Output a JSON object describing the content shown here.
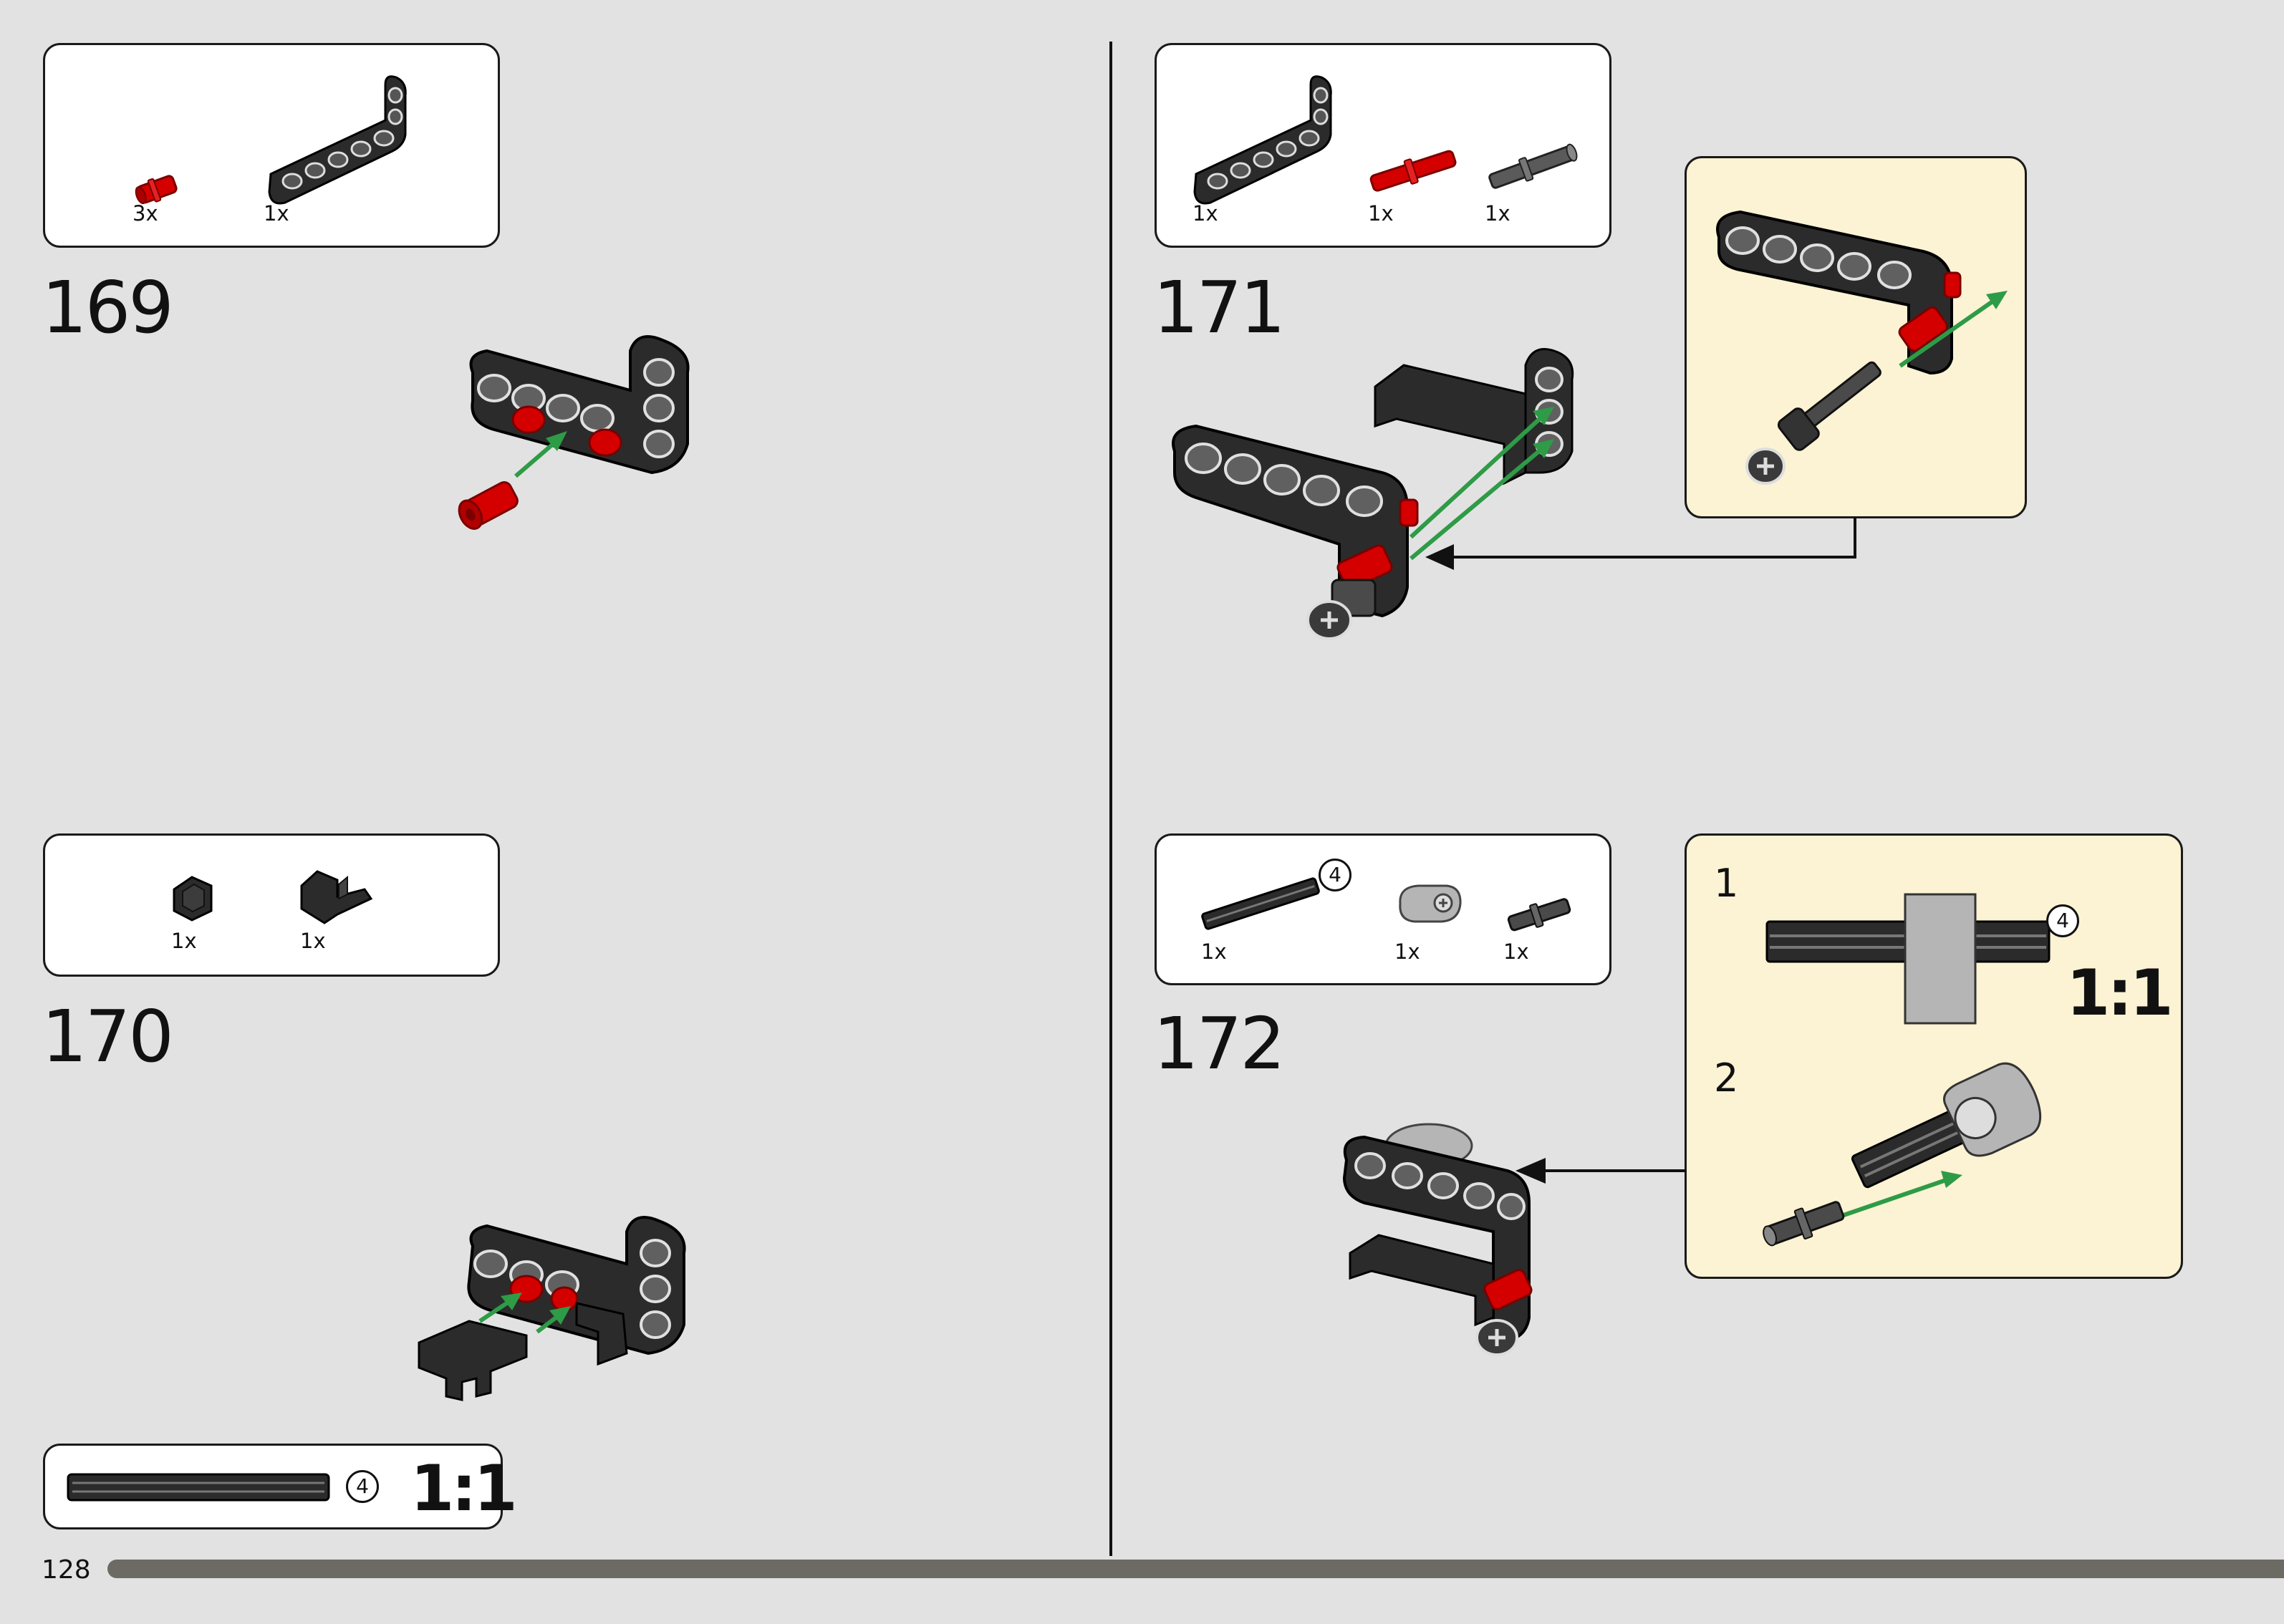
{
  "page": {
    "number": "128",
    "colors": {
      "background": "#e2e2e2",
      "callout": "#fbf3d3",
      "beam": "#2b2b2b",
      "pin_red": "#d40000",
      "arrow_green": "#2e9b47",
      "progress_bar": "#6b6b64"
    }
  },
  "steps": [
    {
      "number": "169",
      "parts": [
        {
          "icon": "red-friction-pin-icon",
          "qty": "3x"
        },
        {
          "icon": "black-l-beam-icon",
          "qty": "1x"
        }
      ]
    },
    {
      "number": "170",
      "parts": [
        {
          "icon": "black-panel-corner-icon",
          "qty": "1x"
        },
        {
          "icon": "black-bracket-icon",
          "qty": "1x"
        }
      ]
    },
    {
      "number": "171",
      "parts": [
        {
          "icon": "black-l-beam-icon",
          "qty": "1x"
        },
        {
          "icon": "red-axle-pin-icon",
          "qty": "1x"
        },
        {
          "icon": "dark-axle-pin-icon",
          "qty": "1x"
        }
      ]
    },
    {
      "number": "172",
      "parts": [
        {
          "icon": "black-axle-icon",
          "qty": "1x",
          "length": "4"
        },
        {
          "icon": "grey-connector-icon",
          "qty": "1x"
        },
        {
          "icon": "dark-axle-pin-icon",
          "qty": "1x"
        }
      ]
    }
  ],
  "scale_box": {
    "length": "4",
    "scale": "1:1"
  },
  "callout_172": {
    "sub1": "1",
    "sub2": "2",
    "length": "4",
    "scale": "1:1"
  }
}
